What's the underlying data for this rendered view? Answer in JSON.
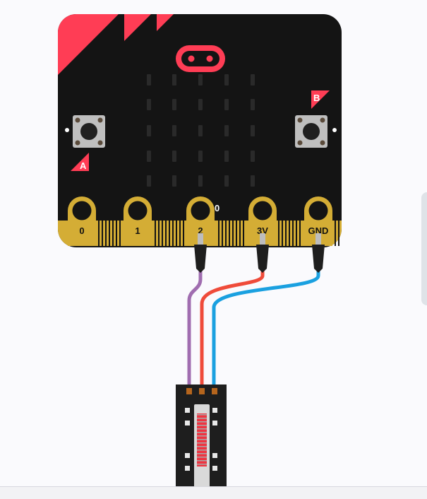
{
  "board": {
    "button_a_label": "A",
    "button_b_label": "B",
    "pin_readout": "0",
    "pins": [
      {
        "label": "0"
      },
      {
        "label": "1"
      },
      {
        "label": "2"
      },
      {
        "label": "3V"
      },
      {
        "label": "GND"
      }
    ]
  },
  "wires": [
    {
      "from": "2",
      "color": "#a06db0"
    },
    {
      "from": "3V",
      "color": "#ef4b3a"
    },
    {
      "from": "GND",
      "color": "#1aa0e0"
    }
  ],
  "colors": {
    "board": "#141414",
    "accent": "#ff3d55",
    "pin_gold": "#d4ad35",
    "led_off": "#2a2a2a",
    "module_body": "#1e1e1e",
    "slider_red": "#ef3340"
  },
  "icons": [
    "microbit-logo-icon",
    "button-a-icon",
    "button-b-icon",
    "slide-potentiometer-icon"
  ]
}
